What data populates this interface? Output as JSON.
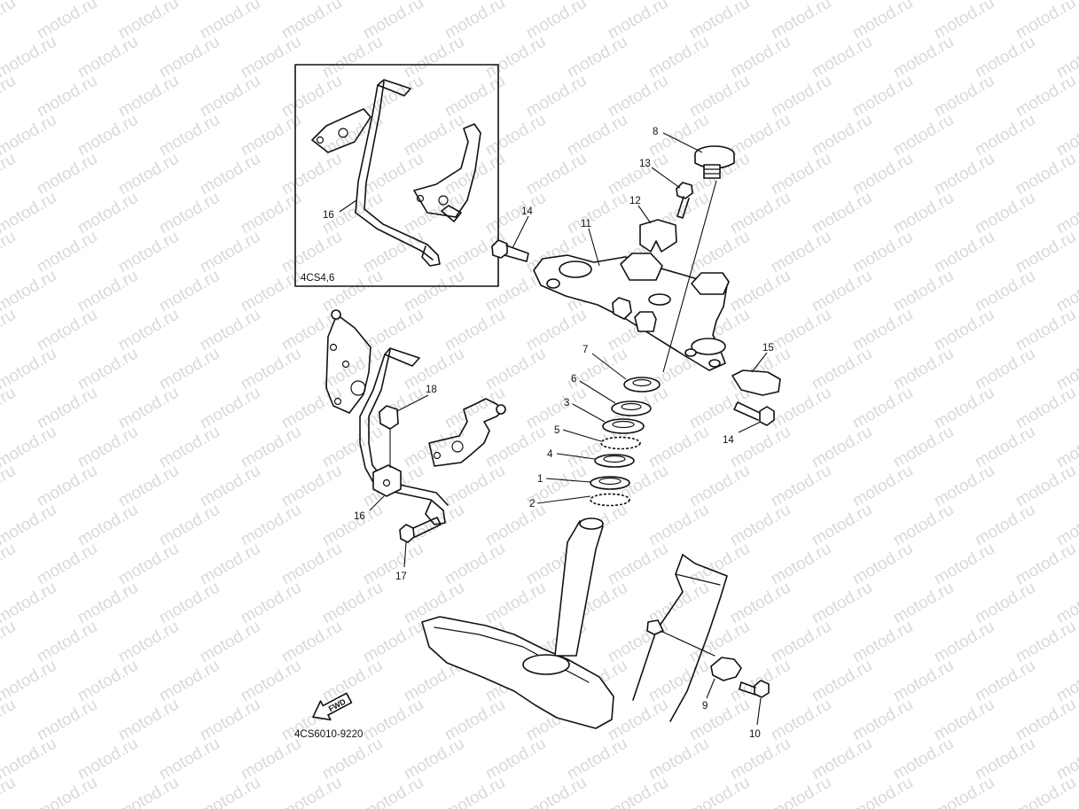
{
  "watermark": "motod.ru",
  "inset": {
    "label": "4CS4,6",
    "part_number": "16"
  },
  "diagram_code": "4CS6010-9220",
  "fwd_label": "FWD",
  "callouts": {
    "c1": "1",
    "c2": "2",
    "c3": "3",
    "c4": "4",
    "c5": "5",
    "c6": "6",
    "c7": "7",
    "c8": "8",
    "c9": "9",
    "c10": "10",
    "c11": "11",
    "c12": "12",
    "c13": "13",
    "c14a": "14",
    "c14b": "14",
    "c15": "15",
    "c16": "16",
    "c17": "17",
    "c18": "18"
  }
}
